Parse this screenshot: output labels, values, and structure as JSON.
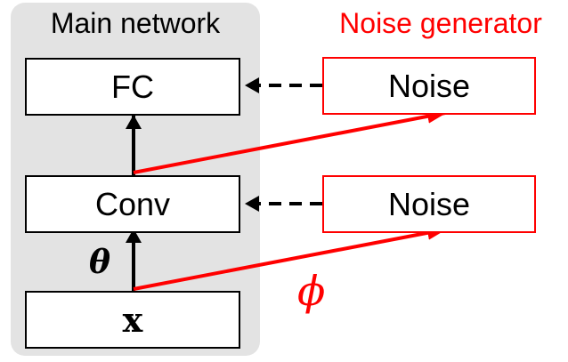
{
  "main_network": {
    "title": "Main network",
    "fc_label": "FC",
    "conv_label": "Conv",
    "input_label": "x",
    "theta_label": "θ"
  },
  "noise_generator": {
    "title": "Noise generator",
    "noise_top_label": "Noise",
    "noise_bottom_label": "Noise",
    "phi_label": "ϕ"
  },
  "colors": {
    "main": "#000000",
    "generator": "#ff0000",
    "panel_background": "#e3e3e3"
  }
}
